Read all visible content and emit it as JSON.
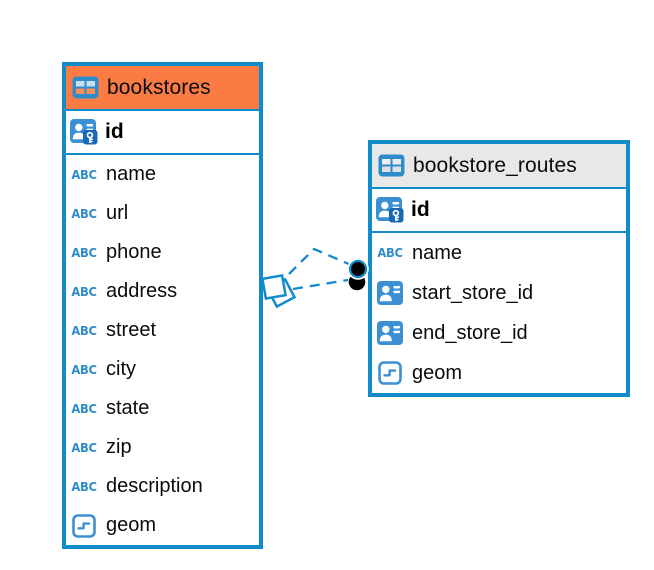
{
  "diagram": {
    "tables": [
      {
        "name": "bookstores",
        "header_color": "#fb7b45",
        "primary_key": "id",
        "columns": [
          {
            "name": "name",
            "type": "string"
          },
          {
            "name": "url",
            "type": "string"
          },
          {
            "name": "phone",
            "type": "string"
          },
          {
            "name": "address",
            "type": "string"
          },
          {
            "name": "street",
            "type": "string"
          },
          {
            "name": "city",
            "type": "string"
          },
          {
            "name": "state",
            "type": "string"
          },
          {
            "name": "zip",
            "type": "string"
          },
          {
            "name": "description",
            "type": "string"
          },
          {
            "name": "geom",
            "type": "geometry"
          }
        ]
      },
      {
        "name": "bookstore_routes",
        "header_color": "#e8e8e8",
        "primary_key": "id",
        "columns": [
          {
            "name": "name",
            "type": "string"
          },
          {
            "name": "start_store_id",
            "type": "reference"
          },
          {
            "name": "end_store_id",
            "type": "reference"
          },
          {
            "name": "geom",
            "type": "geometry"
          }
        ]
      }
    ],
    "string_type_badge": "ABC",
    "relationships": [
      {
        "from": "bookstore_routes.start_store_id",
        "to": "bookstores.id",
        "style": "dashed"
      },
      {
        "from": "bookstore_routes.end_store_id",
        "to": "bookstores.id",
        "style": "dashed"
      }
    ],
    "colors": {
      "table_border": "#0f8cc9",
      "icon_blue": "#3b90d4",
      "string_badge_blue": "#2f8ccc",
      "bookstores_header": "#fb7b45",
      "routes_header": "#e8e8e8",
      "relationship_line": "#1489c9",
      "relationship_endpoint": "#000000"
    }
  }
}
